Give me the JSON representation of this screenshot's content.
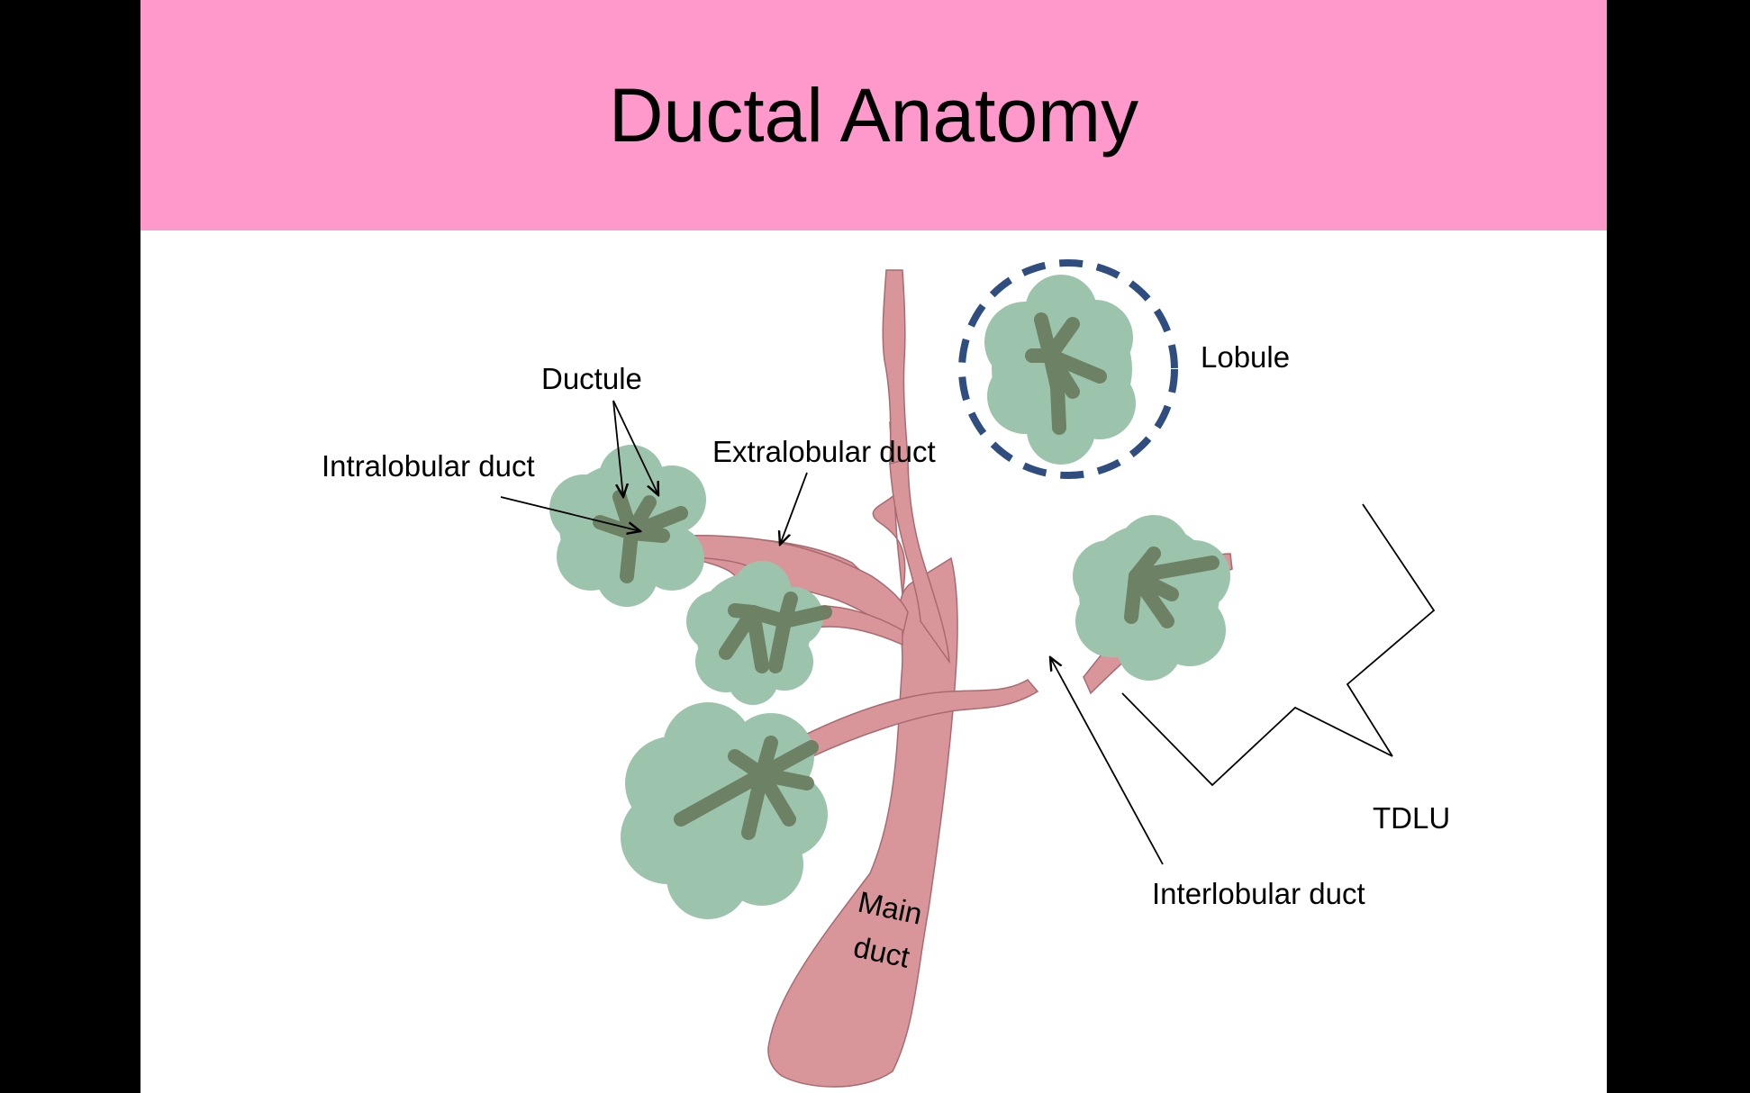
{
  "slide": {
    "title": "Ductal Anatomy",
    "colors": {
      "title_band": "#ff99cc",
      "background": "#ffffff",
      "side_bars": "#000000"
    }
  },
  "diagram": {
    "labels": {
      "ductule": "Ductule",
      "intralobular_duct": "Intralobular duct",
      "extralobular_duct": "Extralobular duct",
      "lobule": "Lobule",
      "tdlu": "TDLU",
      "interlobular_duct": "Interlobular duct",
      "main_duct_line1": "Main",
      "main_duct_line2": "duct"
    },
    "colors": {
      "duct_fill": "#d9969a",
      "duct_stroke": "#a86a70",
      "lobule_fill": "#9cc4ac",
      "ductule_fill": "#6a7c5e",
      "lobule_circle": "#2f4e7f",
      "bracket": "#000000"
    }
  }
}
